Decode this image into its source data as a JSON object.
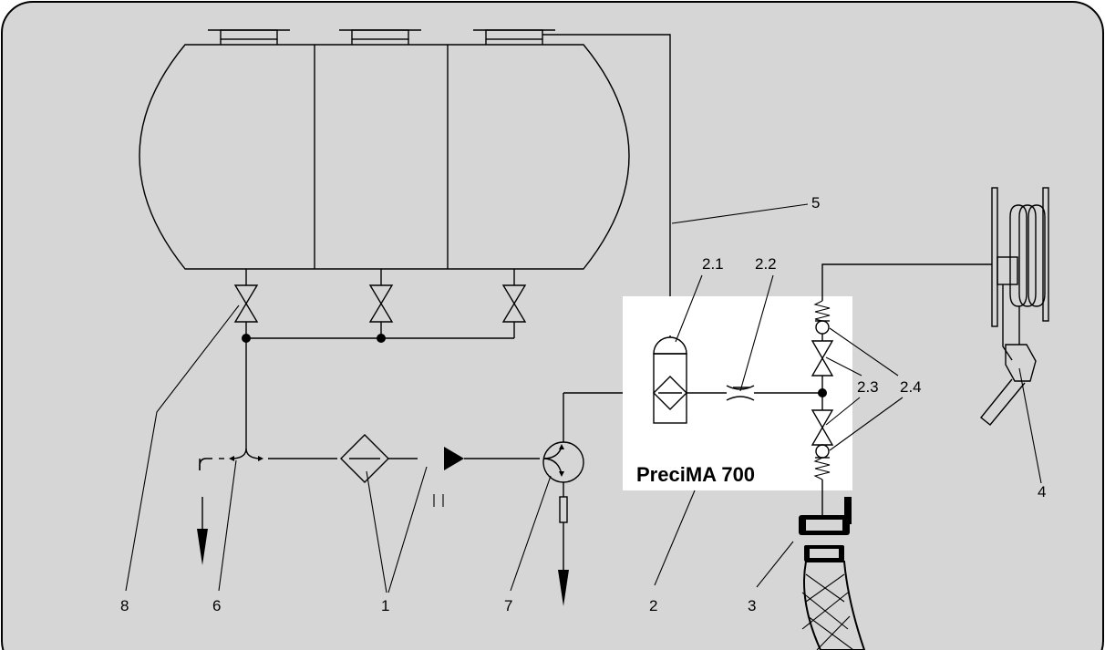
{
  "colors": {
    "panel": "#d6d6d6",
    "box": "#ffffff",
    "ink": "#000000"
  },
  "unit_box": {
    "label": "PreciMA 700"
  },
  "callouts": {
    "c1": "1",
    "c2": "2",
    "c2_1": "2.1",
    "c2_2": "2.2",
    "c2_3": "2.3",
    "c2_4": "2.4",
    "c3": "3",
    "c4": "4",
    "c5": "5",
    "c6": "6",
    "c7": "7",
    "c8": "8"
  },
  "icons": [
    "valve-icon",
    "check-valve-icon",
    "filter-icon",
    "pump-icon",
    "three-way-valve-icon",
    "hose-reel-icon",
    "nozzle-icon",
    "hose-coupling-icon",
    "sight-glass-icon",
    "restrictor-icon"
  ]
}
